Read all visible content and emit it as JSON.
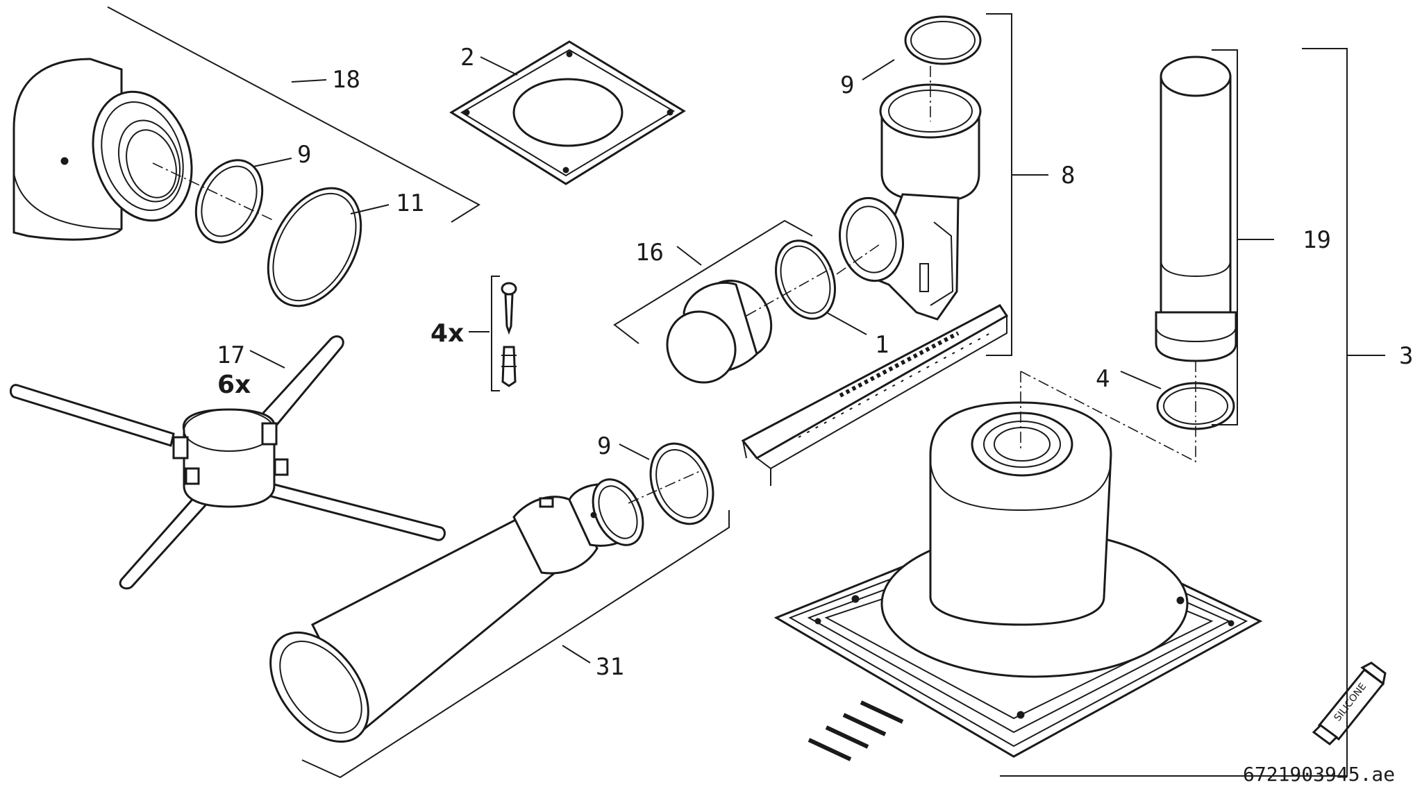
{
  "labels": {
    "p18": "18",
    "p9a": "9",
    "p11": "11",
    "p2": "2",
    "p9b": "9",
    "p8": "8",
    "p16": "16",
    "p1": "1",
    "p19": "19",
    "p4": "4",
    "p3": "3",
    "p17": "17",
    "p9c": "9",
    "p31": "31"
  },
  "quantities": {
    "screws": "4x",
    "stays": "6x"
  },
  "tube_text": "SILICONE",
  "figure_id": "6721903945.ae"
}
